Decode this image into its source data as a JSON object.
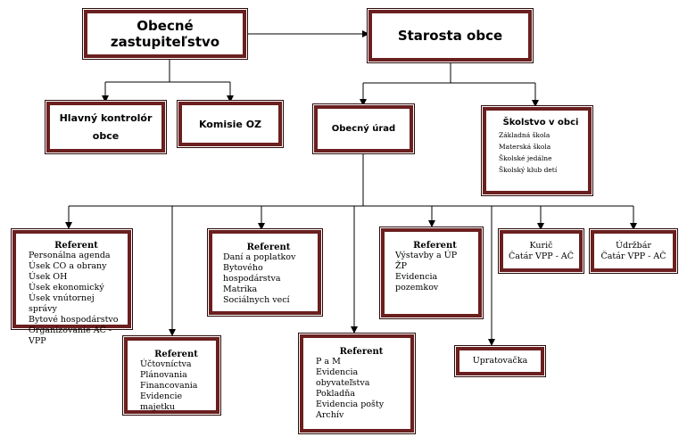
{
  "top": {
    "council": "Obecné zastupiteľstvo",
    "mayor": "Starosta obce"
  },
  "second": {
    "controller": "Hlavný kontrolór obce",
    "commissions": "Komisie OZ",
    "office": "Obecný úrad",
    "schools": {
      "title": "Školstvo v obci",
      "items": [
        "Základná škola",
        "Materská škola",
        "Školské jedálne",
        "Školský klub detí"
      ]
    }
  },
  "referents": [
    {
      "title": "Referent",
      "items": [
        "Personálna agenda",
        "Úsek CO a obrany",
        "Úsek OH",
        "Úsek ekonomický",
        "Úsek vnútornej správy",
        "Bytové hospodárstvo",
        "Organizovanie AČ - VPP"
      ]
    },
    {
      "title": "Referent",
      "items": [
        "Účtovníctva",
        "Plánovania",
        "Financovania",
        "Evidencie majetku"
      ]
    },
    {
      "title": "Referent",
      "items": [
        "Daní a poplatkov",
        "Bytového hospodárstva",
        "Matrika",
        "Sociálnych vecí"
      ]
    },
    {
      "title": "Referent",
      "items": [
        "P a M",
        "Evidencia obyvateľstva",
        "Pokladňa",
        "Evidencia pošty",
        "Archív"
      ]
    },
    {
      "title": "Referent",
      "items": [
        "Výstavby a ÚP",
        "ŽP",
        "Evidencia pozemkov"
      ]
    }
  ],
  "staff": {
    "cleaner": "Upratovačka",
    "janitor": [
      "Kurič",
      "Čatár VPP - AČ"
    ],
    "maintenance": [
      "Údržbár",
      "Čatár VPP - AČ"
    ]
  }
}
